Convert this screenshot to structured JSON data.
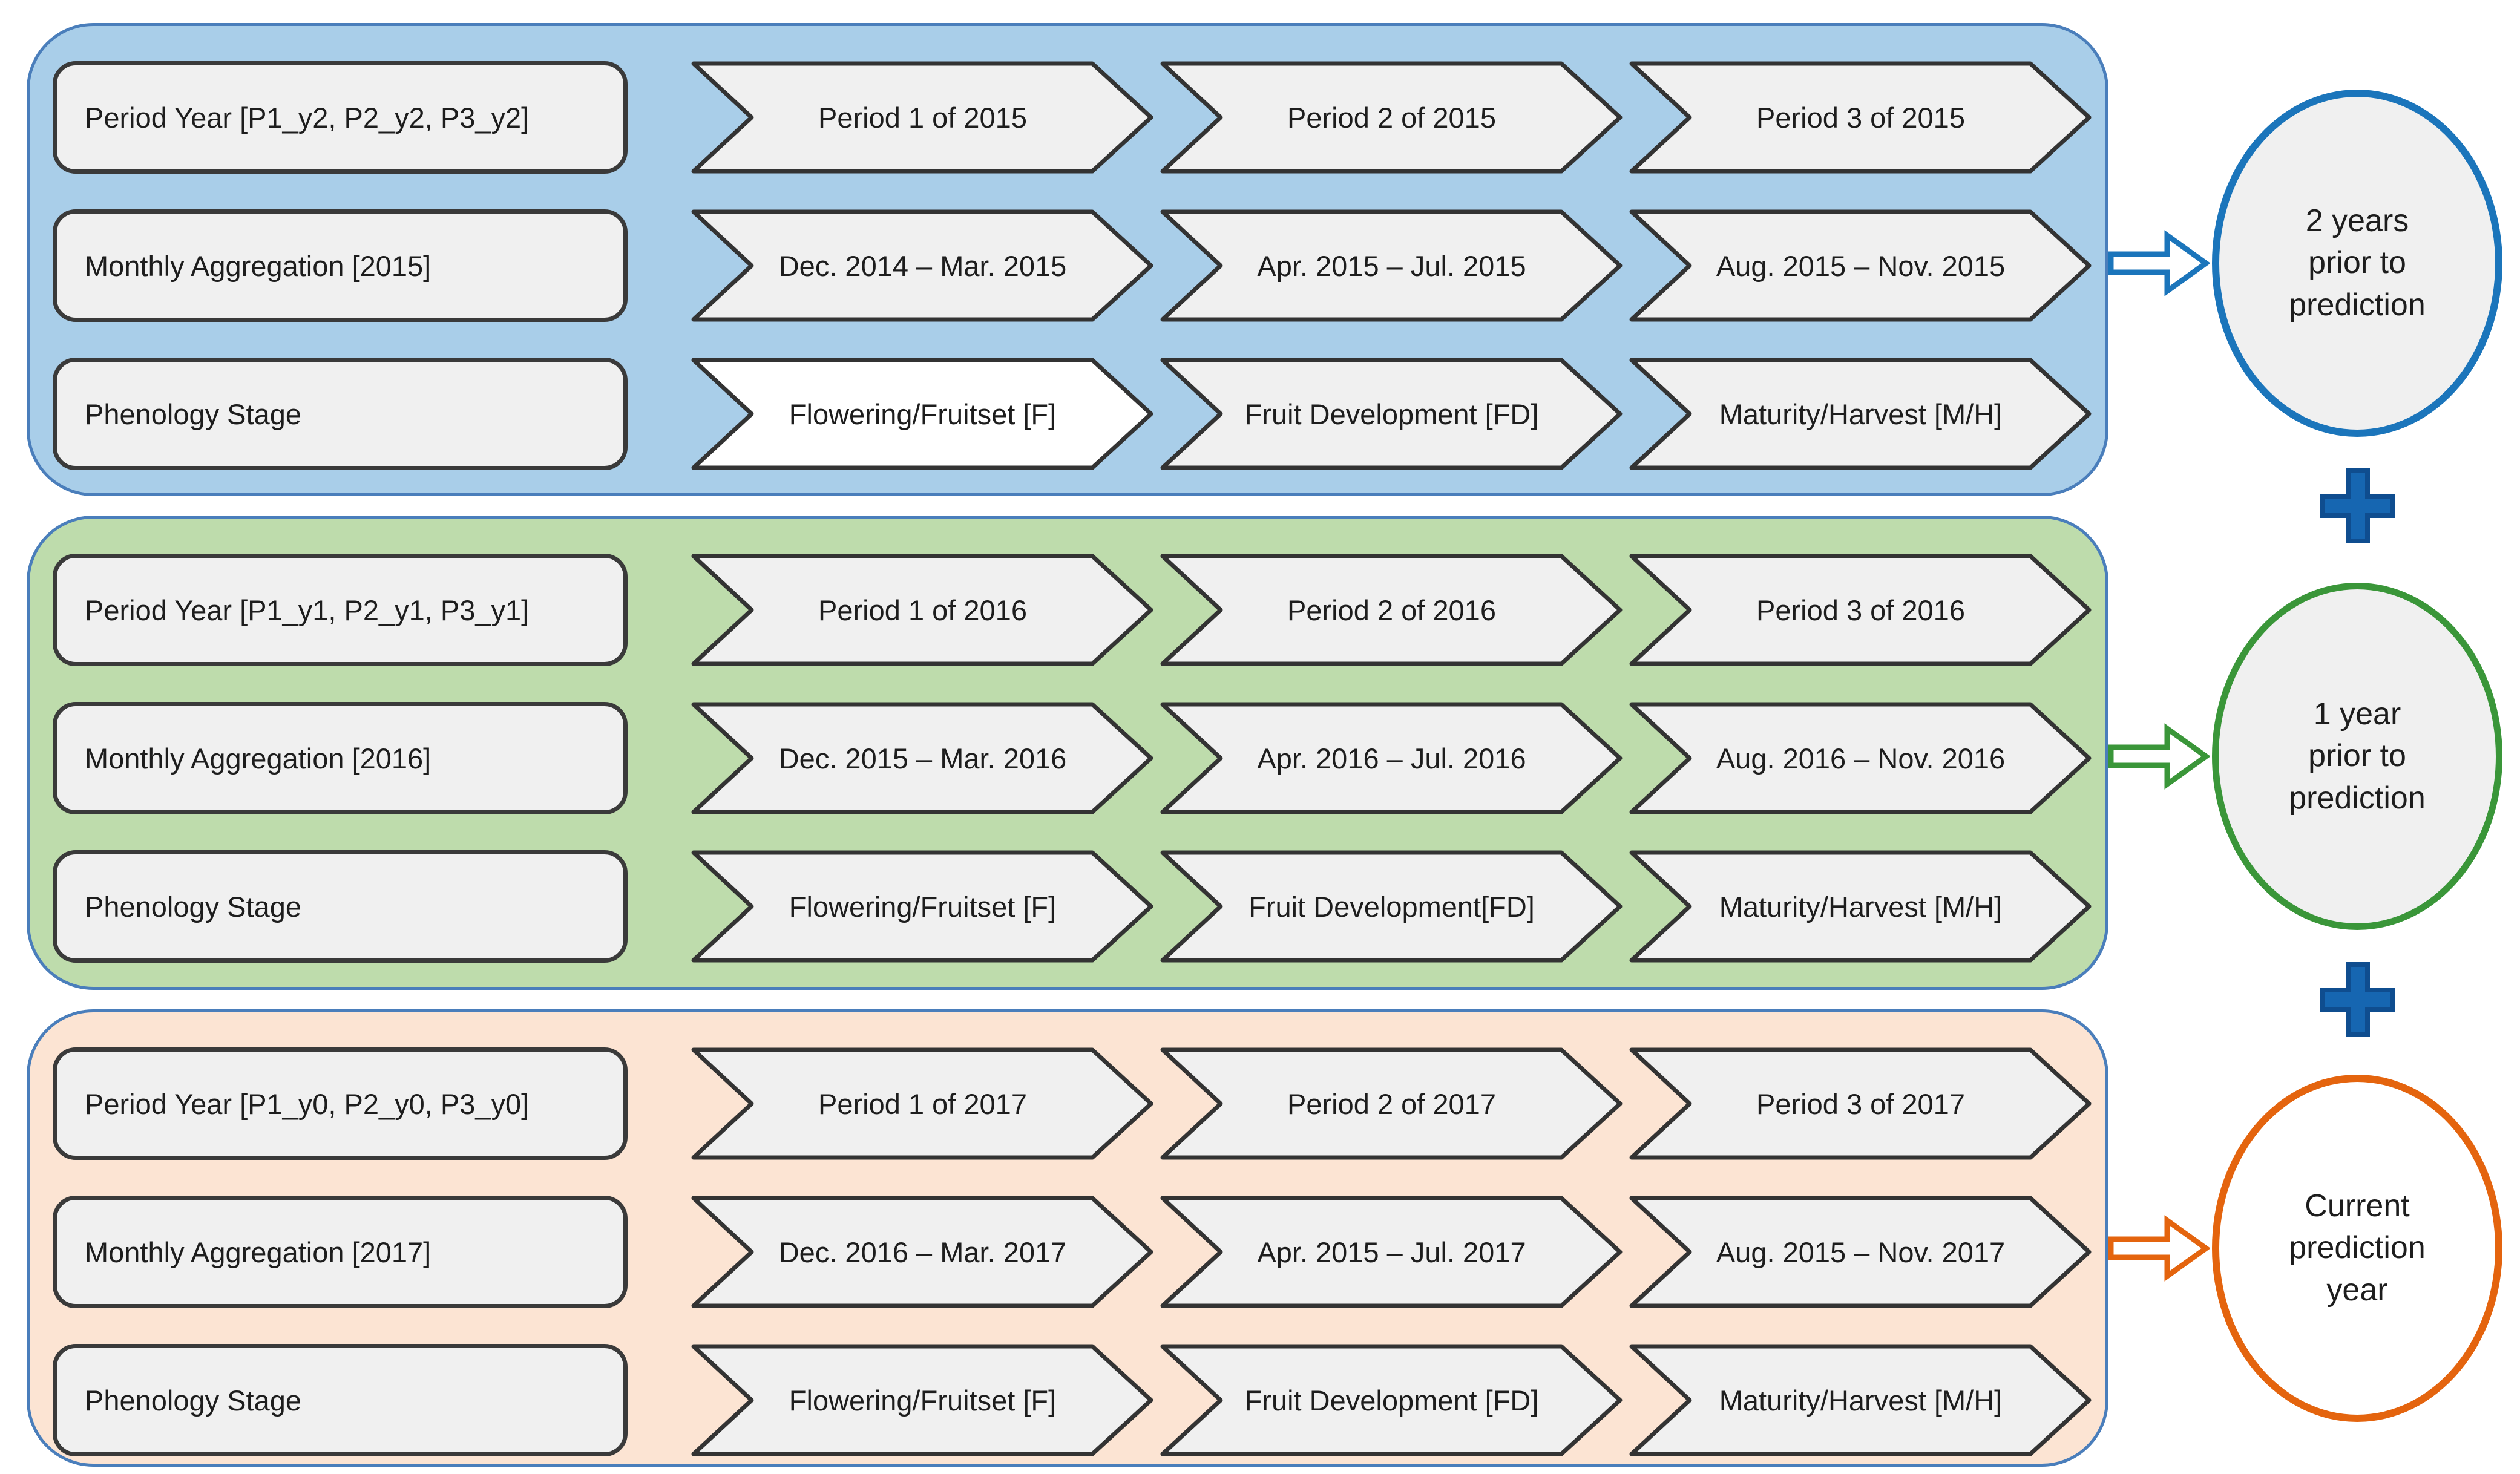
{
  "diagram": {
    "panels": [
      {
        "year_group": "2015",
        "rows": [
          {
            "label": "Period Year [P1_y2, P2_y2, P3_y2]",
            "chevrons": [
              "Period 1 of 2015",
              "Period 2 of 2015",
              "Period 3 of 2015"
            ]
          },
          {
            "label": "Monthly Aggregation [2015]",
            "chevrons": [
              "Dec. 2014 – Mar. 2015",
              "Apr. 2015 – Jul. 2015",
              "Aug. 2015 – Nov. 2015"
            ]
          },
          {
            "label": "Phenology Stage",
            "chevrons": [
              "Flowering/Fruitset [F]",
              "Fruit Development [FD]",
              "Maturity/Harvest [M/H]"
            ]
          }
        ],
        "result": {
          "lines": [
            "2 years",
            "prior to",
            "prediction"
          ]
        }
      },
      {
        "year_group": "2016",
        "rows": [
          {
            "label": "Period Year [P1_y1, P2_y1, P3_y1]",
            "chevrons": [
              "Period 1 of 2016",
              "Period 2 of 2016",
              "Period 3 of 2016"
            ]
          },
          {
            "label": "Monthly Aggregation [2016]",
            "chevrons": [
              "Dec. 2015 – Mar. 2016",
              "Apr. 2016 – Jul. 2016",
              "Aug. 2016 – Nov. 2016"
            ]
          },
          {
            "label": "Phenology Stage",
            "chevrons": [
              "Flowering/Fruitset [F]",
              "Fruit Development[FD]",
              "Maturity/Harvest [M/H]"
            ]
          }
        ],
        "result": {
          "lines": [
            "1 year",
            "prior to",
            "prediction"
          ]
        }
      },
      {
        "year_group": "2017",
        "rows": [
          {
            "label": "Period Year [P1_y0, P2_y0, P3_y0]",
            "chevrons": [
              "Period 1 of 2017",
              "Period 2 of 2017",
              "Period 3 of 2017"
            ]
          },
          {
            "label": "Monthly Aggregation [2017]",
            "chevrons": [
              "Dec. 2016 – Mar. 2017",
              "Apr. 2015 – Jul. 2017",
              "Aug. 2015 – Nov. 2017"
            ]
          },
          {
            "label": "Phenology Stage",
            "chevrons": [
              "Flowering/Fruitset [F]",
              "Fruit Development [FD]",
              "Maturity/Harvest [M/H]"
            ]
          }
        ],
        "result": {
          "lines": [
            "Current",
            "prediction",
            "year"
          ]
        }
      }
    ],
    "icons": {
      "plus": "plus-icon",
      "arrow": "block-arrow-right-icon"
    },
    "colors": {
      "panel_2015_bg": "#a9cee9",
      "panel_2016_bg": "#bedcac",
      "panel_2017_bg": "#fce4d3",
      "panel_border": "#4a7ebb",
      "shape_fill": "#f0f0f0",
      "shape_border": "#333333",
      "highlight_chevron_fill": "#ffffff",
      "accent_2015": "#1b75bb",
      "accent_2016": "#3a9639",
      "accent_2017": "#e4640e",
      "plus_fill": "#1666b1",
      "text": "#1d1d1d"
    }
  }
}
